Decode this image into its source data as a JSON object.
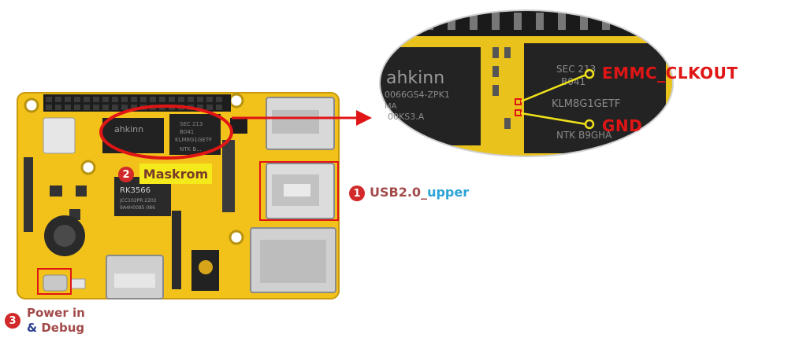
{
  "annotations": {
    "usb": {
      "number": "1",
      "part1": "USB2.0_",
      "part2": "upper"
    },
    "maskrom": {
      "number": "2",
      "label": "Maskrom"
    },
    "power": {
      "number": "3",
      "line1": "Power in",
      "amp": "&",
      "line2": "Debug"
    }
  },
  "board": {
    "soc_label": "RK3566",
    "soc_sub1": "JCC102PR 2202",
    "soc_sub2": "9A4H0085 086",
    "brand": "ahkinn",
    "emmc_label1": "SEC 213",
    "emmc_label2": "B041",
    "emmc_label3": "KLM8G1GETF",
    "emmc_label4": "NTK B..."
  },
  "zoom": {
    "brand": "ahkinn",
    "mem_line1": "0066GS4-ZPK1",
    "mem_line2": "MA",
    "mem_line3": "00KS3.A",
    "emmc_line1": "SEC 213",
    "emmc_line2": "B041",
    "emmc_line3": "KLM8G1GETF",
    "emmc_line4": "NTK B9GHA",
    "label_clk": "EMMC_CLKOUT",
    "label_gnd": "GND"
  },
  "colors": {
    "pcb": "#f2c21a",
    "accent_red": "#d22a2a",
    "usb_blue": "#2aa3d6",
    "maskrom_bg": "#f4ea1b"
  }
}
